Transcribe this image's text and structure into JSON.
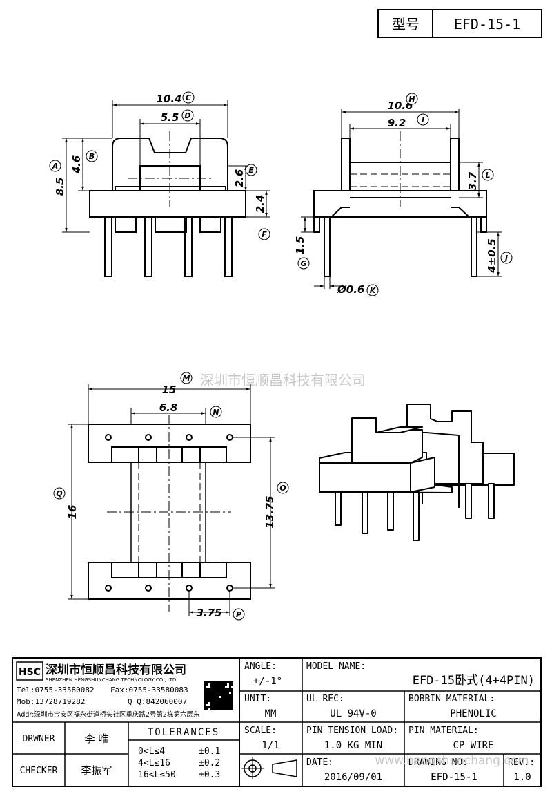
{
  "header": {
    "type_label": "型号",
    "model_code": "EFD-15-1"
  },
  "dimensions": {
    "front": {
      "C": "10.4",
      "D": "5.5",
      "A": "8.5",
      "B": "4.6",
      "E": "2.6",
      "F": "2.4"
    },
    "side": {
      "H": "10.6",
      "I": "9.2",
      "L": "3.7",
      "G": "1.5",
      "J": "4±0.5",
      "K": "Ø0.6"
    },
    "bottom": {
      "M": "15",
      "N": "6.8",
      "Q": "16",
      "O": "13.75",
      "P": "3.75"
    }
  },
  "callouts": [
    "A",
    "B",
    "C",
    "D",
    "E",
    "F",
    "G",
    "H",
    "I",
    "J",
    "K",
    "L",
    "M",
    "N",
    "O",
    "P",
    "Q"
  ],
  "watermarks": {
    "center": "深圳市恒顺昌科技有限公司",
    "bottom": "www.hengshunchang.com"
  },
  "company": {
    "logo_text": "HSC",
    "name_cn": "深圳市恒顺昌科技有限公司",
    "name_en": "SHENZHEN HENGSHUNCHANG TECHNOLOGY CO., LTD",
    "tel": "Tel:0755-33580082",
    "fax": "Fax:0755-33580083",
    "mob": "Mob:13728719282",
    "qq": "Q  Q:842060007",
    "addr": "Addr:深圳市宝安区福永街道桥头社区重庆路2号第2栋第六层东"
  },
  "title_block": {
    "angle_label": "ANGLE:",
    "angle_value": "+/-1°",
    "model_name_label": "MODEL NAME:",
    "model_name_value": "EFD-15卧式(4+4PIN)",
    "unit_label": "UNIT:",
    "unit_value": "MM",
    "ul_rec_label": "UL REC:",
    "ul_rec_value": "UL 94V-0",
    "bobbin_label": "BOBBIN MATERIAL:",
    "bobbin_value": "PHENOLIC",
    "drawner_label": "DRWNER",
    "drawner_value": "李  唯",
    "tolerances_label": "TOLERANCES",
    "tol_rows": [
      {
        "range": "0<L≤4",
        "tol": "±0.1"
      },
      {
        "range": "4<L≤16",
        "tol": "±0.2"
      },
      {
        "range": "16<L≤50",
        "tol": "±0.3"
      }
    ],
    "scale_label": "SCALE:",
    "scale_value": "1/1",
    "pin_tension_label": "PIN TENSION LOAD:",
    "pin_tension_value": "1.0 KG MIN",
    "pin_material_label": "PIN MATERIAL:",
    "pin_material_value": "CP WIRE",
    "checker_label": "CHECKER",
    "checker_value": "李振军",
    "date_label": "DATE:",
    "date_value": "2016/09/01",
    "drawing_no_label": "DRAWING NO:",
    "drawing_no_value": "EFD-15-1",
    "rev_label": "REV.:",
    "rev_value": "1.0"
  }
}
